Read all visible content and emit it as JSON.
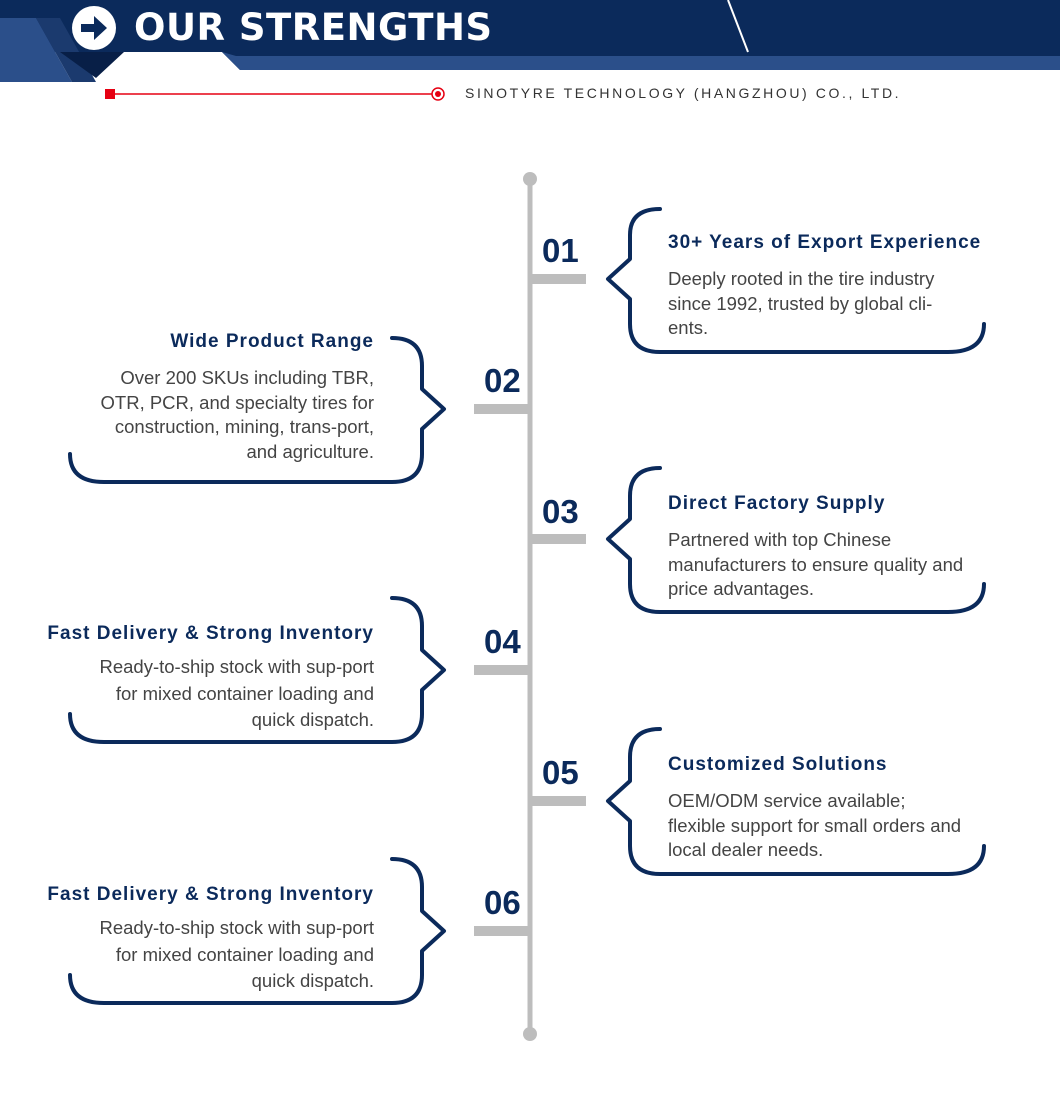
{
  "header": {
    "title": "OUR STRENGTHS",
    "company": "SINOTYRE TECHNOLOGY (HANGZHOU) CO., LTD.",
    "icon": "arrow-right-icon",
    "colors": {
      "primary": "#0b2a5b",
      "accent": "#2b4f8a",
      "red": "#e60012"
    }
  },
  "items": [
    {
      "number": "01",
      "title": "30+ Years of Export Experience",
      "description": "Deeply rooted in the tire industry since 1992, trusted by global cli-ents."
    },
    {
      "number": "02",
      "title": "Wide Product Range",
      "description": "Over 200 SKUs including TBR, OTR, PCR, and specialty tires for construction, mining, trans-port, and agriculture."
    },
    {
      "number": "03",
      "title": "Direct Factory Supply",
      "description": "Partnered with top Chinese manufacturers to ensure quality and price advantages."
    },
    {
      "number": "04",
      "title": "Fast Delivery & Strong Inventory",
      "description": "Ready-to-ship stock with sup-port for mixed container loading and quick dispatch."
    },
    {
      "number": "05",
      "title": "Customized Solutions",
      "description": "OEM/ODM service available; flexible support for small orders and local dealer needs."
    },
    {
      "number": "06",
      "title": "Fast Delivery & Strong Inventory",
      "description": "Ready-to-ship stock with sup-port for mixed container loading and quick dispatch."
    }
  ]
}
